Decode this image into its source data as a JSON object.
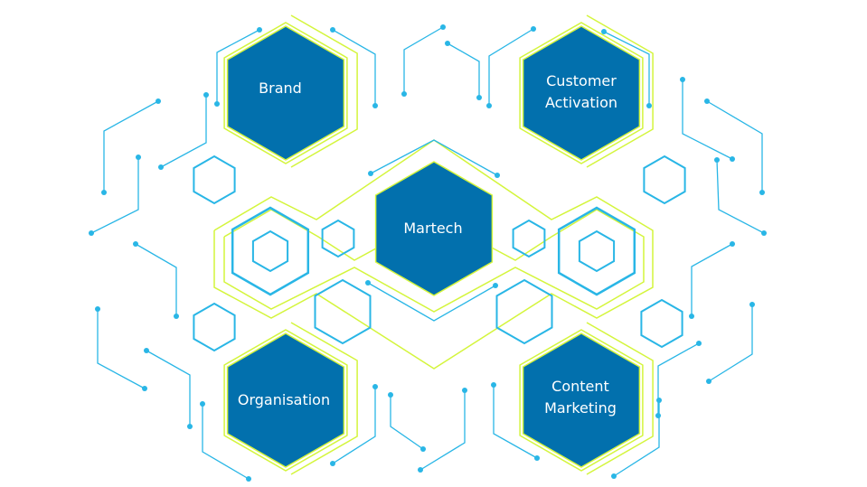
{
  "colors": {
    "hex_fill": "#0270ad",
    "lime": "#d4f53c",
    "cyan": "#29b6e6",
    "text": "#ffffff"
  },
  "nodes": [
    {
      "id": "brand",
      "lines": [
        "Brand"
      ]
    },
    {
      "id": "customer-activation",
      "lines": [
        "Customer",
        "Activation"
      ]
    },
    {
      "id": "martech",
      "lines": [
        "Martech"
      ]
    },
    {
      "id": "organisation",
      "lines": [
        "Organisation"
      ]
    },
    {
      "id": "content-marketing",
      "lines": [
        "Content",
        "Marketing"
      ]
    }
  ]
}
